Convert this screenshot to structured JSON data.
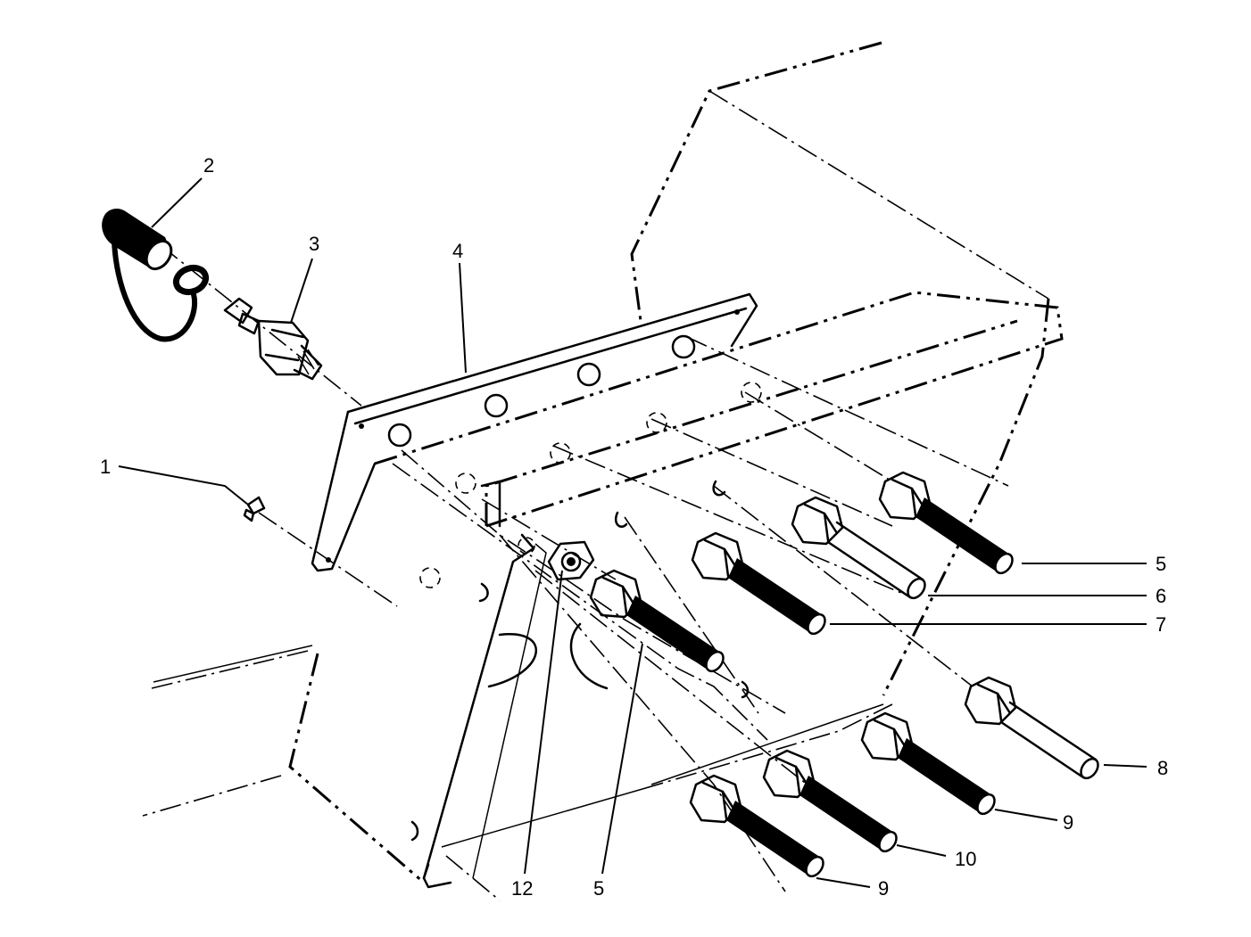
{
  "diagram": {
    "callouts": {
      "c1": "1",
      "c2": "2",
      "c3": "3",
      "c4": "4",
      "c5a": "5",
      "c6": "6",
      "c7": "7",
      "c8": "8",
      "c9a": "9",
      "c10": "10",
      "c9b": "9",
      "c5b": "5",
      "c12": "12"
    }
  }
}
